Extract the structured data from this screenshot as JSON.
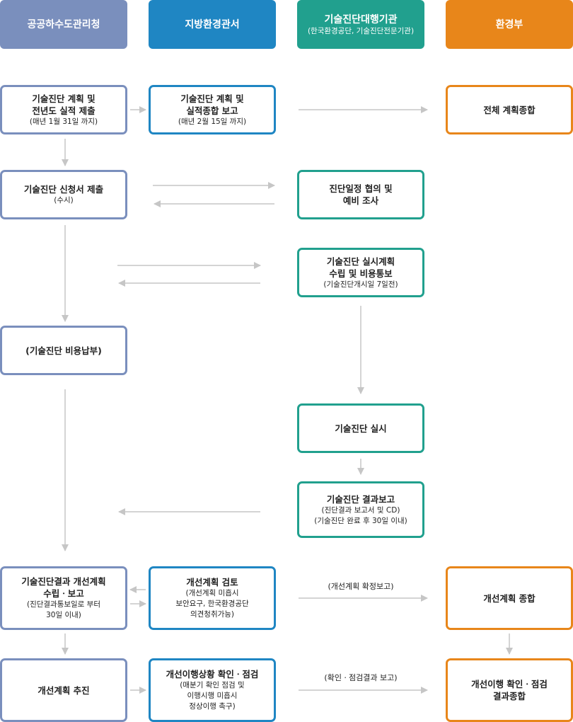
{
  "headers": [
    {
      "title": "공공하수도관리청",
      "subtitle": "",
      "color": "#7a8fbd"
    },
    {
      "title": "지방환경관서",
      "subtitle": "",
      "color": "#1f86c3"
    },
    {
      "title": "기술진단대행기관",
      "subtitle": "(한국환경공단, 기술진단전문기관)",
      "color": "#21a08e"
    },
    {
      "title": "환경부",
      "subtitle": "",
      "color": "#e8861a"
    }
  ],
  "boxes": {
    "plan_submit": {
      "main": "기술진단 계획 및\n전년도 실적 제출",
      "note": "(매년 1월 31일 까지)"
    },
    "plan_report": {
      "main": "기술진단 계획 및\n실적종합 보고",
      "note": "(매년 2월 15일 까지)"
    },
    "plan_total": {
      "main": "전체 계획종합",
      "note": ""
    },
    "application": {
      "main": "기술진단 신청서 제출",
      "note": "(수시)"
    },
    "schedule": {
      "main": "진단일정 협의 및\n예비 조사",
      "note": ""
    },
    "exec_plan": {
      "main": "기술진단 실시계획\n수립 및 비용통보",
      "note": "(기술진단개시일 7일전)"
    },
    "payment": {
      "main": "(기술진단 비용납부)",
      "note": ""
    },
    "execute": {
      "main": "기술진단 실시",
      "note": ""
    },
    "result_report": {
      "main": "기술진단 결과보고",
      "note": "(진단결과 보고서 및 CD)\n(기술진단 완료 후 30일 이내)"
    },
    "improve_plan": {
      "main": "기술진단결과 개선계획\n수립ㆍ보고",
      "note": "(진단결과통보일로 부터\n30일 이내)"
    },
    "improve_review": {
      "main": "개선계획 검토",
      "note": "(개선계획 미흡시\n보안요구, 한국환경공단\n의견청취가능)"
    },
    "improve_total": {
      "main": "개선계획 종합",
      "note": ""
    },
    "improve_exec": {
      "main": "개선계획 추진",
      "note": ""
    },
    "check": {
      "main": "개선이행상황 확인ㆍ점검",
      "note": "(매분기 확인 점검 및\n이행시행 미흡시\n정상이행 촉구)"
    },
    "check_total": {
      "main": "개선이행 확인ㆍ점검\n결과종합",
      "note": ""
    }
  },
  "labels": {
    "improve_confirm": "(개선계획 확정보고)",
    "check_report": "(확인ㆍ점검결과 보고)"
  }
}
